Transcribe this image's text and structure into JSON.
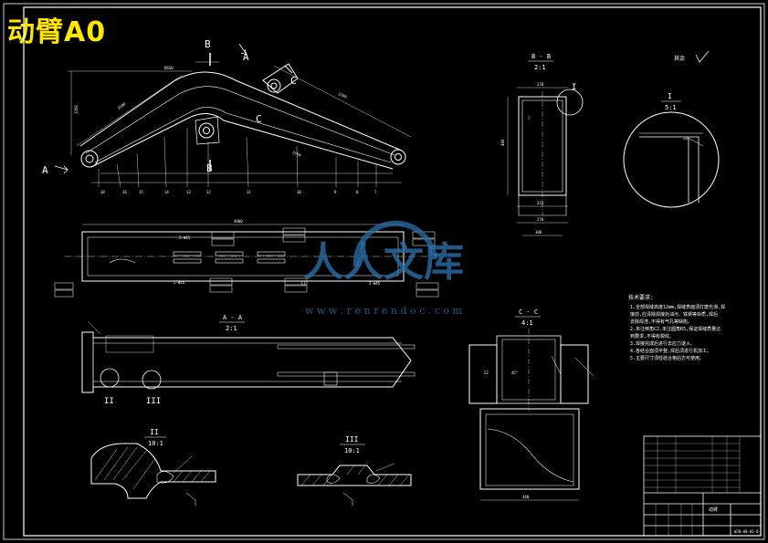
{
  "drawing": {
    "title": "动臂A0",
    "watermark_cn": "人人文库",
    "watermark_url": "w w w . r e n r e n d o c . c o m",
    "views": {
      "bb": {
        "label": "B - B",
        "scale": "2:1"
      },
      "detail_i": {
        "label": "I",
        "scale": "5:1",
        "note": "其余"
      },
      "aa": {
        "label": "A - A",
        "scale": "2:1"
      },
      "cc": {
        "label": "C - C",
        "scale": "4:1"
      },
      "detail_ii": {
        "label": "II",
        "scale": "10:1"
      },
      "detail_iii": {
        "label": "III",
        "scale": "10:1"
      }
    },
    "section_marks": {
      "a": "A",
      "b": "B",
      "c": "C",
      "ii": "II",
      "iii": "III",
      "i": "I"
    },
    "tech_title": "技术要求:",
    "tech_lines": [
      "1.全部焊缝高度12mm,焊缝表面须打磨光滑,焊",
      "接前,应清除焊接处油污、铁锈等杂质,焊后",
      "去除焊渣,不得有气孔等缺陷。",
      "2.未注倒角C2,未注圆角R5,保证焊缝质量达",
      "到要求,不得有裂纹。",
      "3.焊接完成后进行去应力退火。",
      "4.各结合面须平整,焊后须进行机加工。",
      "5.主要尺寸须检验合格后方可使用。"
    ],
    "title_block": {
      "name": "动臂",
      "drawing_no": "WJ0-00-01-0"
    }
  },
  "colors": {
    "background": "#000000",
    "lines": "#ffffff",
    "title": "#ffe600",
    "watermark": "#2a6fa8",
    "red": "#ff2020"
  }
}
